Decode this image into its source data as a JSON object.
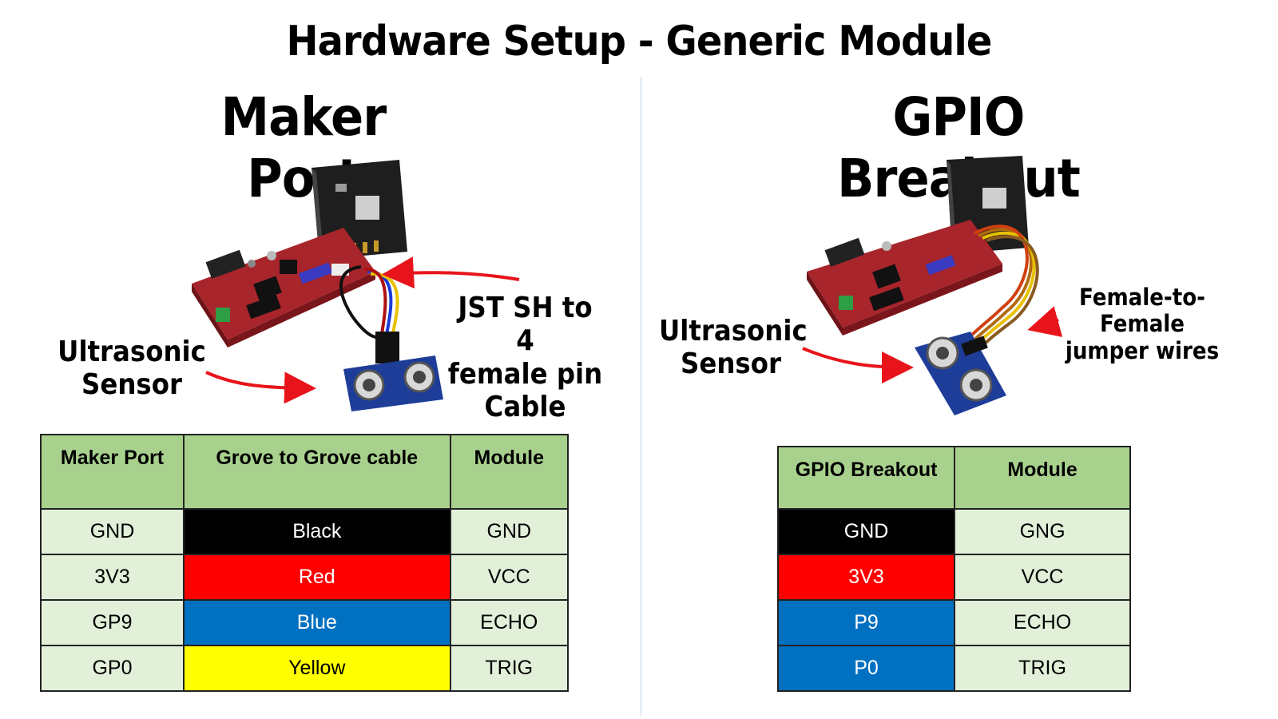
{
  "title": "Hardware Setup - Generic Module",
  "left": {
    "heading": "Maker Port",
    "callout_sensor": [
      "Ultrasonic",
      "Sensor"
    ],
    "callout_cable": [
      "JST SH to 4",
      "female pin",
      "Cable"
    ],
    "table": {
      "headers": [
        "Maker Port",
        "Grove to Grove cable",
        "Module"
      ],
      "rows": [
        {
          "port": "GND",
          "cable": "Black",
          "module": "GND"
        },
        {
          "port": "3V3",
          "cable": "Red",
          "module": "VCC"
        },
        {
          "port": "GP9",
          "cable": "Blue",
          "module": "ECHO"
        },
        {
          "port": "GP0",
          "cable": "Yellow",
          "module": "TRIG"
        }
      ]
    }
  },
  "right": {
    "heading": "GPIO Breakout",
    "callout_sensor": [
      "Ultrasonic",
      "Sensor"
    ],
    "callout_wires": [
      "Female-to-Female",
      "jumper wires"
    ],
    "table": {
      "headers": [
        "GPIO Breakout",
        "Module"
      ],
      "rows": [
        {
          "pin": "GND",
          "module": "GNG"
        },
        {
          "pin": "3V3",
          "module": "VCC"
        },
        {
          "pin": "P9",
          "module": "ECHO"
        },
        {
          "pin": "P0",
          "module": "TRIG"
        }
      ]
    }
  },
  "colors": {
    "black": "#000000",
    "red": "#ff0000",
    "blue": "#0070c0",
    "yellow": "#ffff00",
    "header_green": "#a9d18e",
    "cell_green": "#e2efd9",
    "arrow": "#e8141b",
    "pcb": "#a8252b"
  }
}
